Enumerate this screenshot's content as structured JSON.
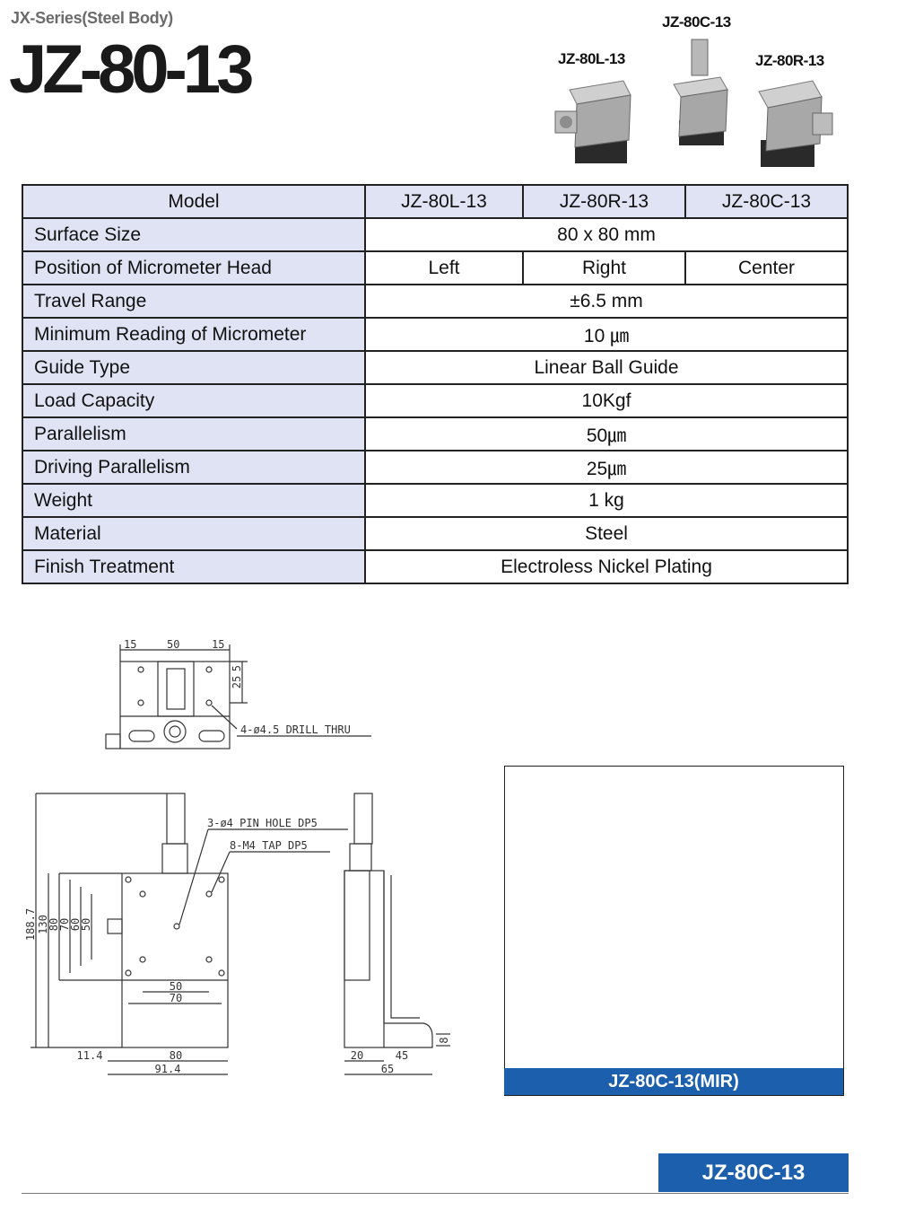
{
  "header": {
    "series": "JX-Series(Steel Body)",
    "title": "JZ-80-13"
  },
  "products": {
    "center_label": "JZ-80C-13",
    "left_label": "JZ-80L-13",
    "right_label": "JZ-80R-13"
  },
  "spec_table": {
    "header": [
      "Model",
      "JZ-80L-13",
      "JZ-80R-13",
      "JZ-80C-13"
    ],
    "surface_size": {
      "label": "Surface Size",
      "value": "80 x 80 mm"
    },
    "head_position": {
      "label": "Position of Micrometer Head",
      "left": "Left",
      "right": "Right",
      "center": "Center"
    },
    "travel_range": {
      "label": "Travel Range",
      "value": "±6.5 mm"
    },
    "min_reading": {
      "label": "Minimum Reading of Micrometer",
      "value": "10 ㎛"
    },
    "guide_type": {
      "label": "Guide Type",
      "value": "Linear Ball Guide"
    },
    "load_capacity": {
      "label": "Load Capacity",
      "value": "10Kgf"
    },
    "parallelism": {
      "label": "Parallelism",
      "value": "50㎛"
    },
    "driving_parallelism": {
      "label": "Driving Parallelism",
      "value": "25㎛"
    },
    "weight": {
      "label": "Weight",
      "value": "1 kg"
    },
    "material": {
      "label": "Material",
      "value": "Steel"
    },
    "finish": {
      "label": "Finish Treatment",
      "value": "Electroless Nickel Plating"
    }
  },
  "drawing": {
    "top_dims": [
      "15",
      "50",
      "15"
    ],
    "side_dims": [
      "5",
      "25"
    ],
    "drill_note": "4-ø4.5  DRILL  THRU",
    "pin_note": "3-ø4  PIN  HOLE  DP5",
    "tap_note": "8-M4  TAP  DP5",
    "vert_dims": [
      "188.7",
      "130",
      "80",
      "70",
      "60",
      "50"
    ],
    "inner_dims": [
      "50",
      "70"
    ],
    "bottom_dims": [
      "11.4",
      "80",
      "91.4"
    ],
    "side_bottom_dims": [
      "20",
      "45",
      "65"
    ],
    "side_right_dim": "8"
  },
  "mir": {
    "label": "JZ-80C-13(MIR)"
  },
  "footer": {
    "tag": "JZ-80C-13"
  }
}
